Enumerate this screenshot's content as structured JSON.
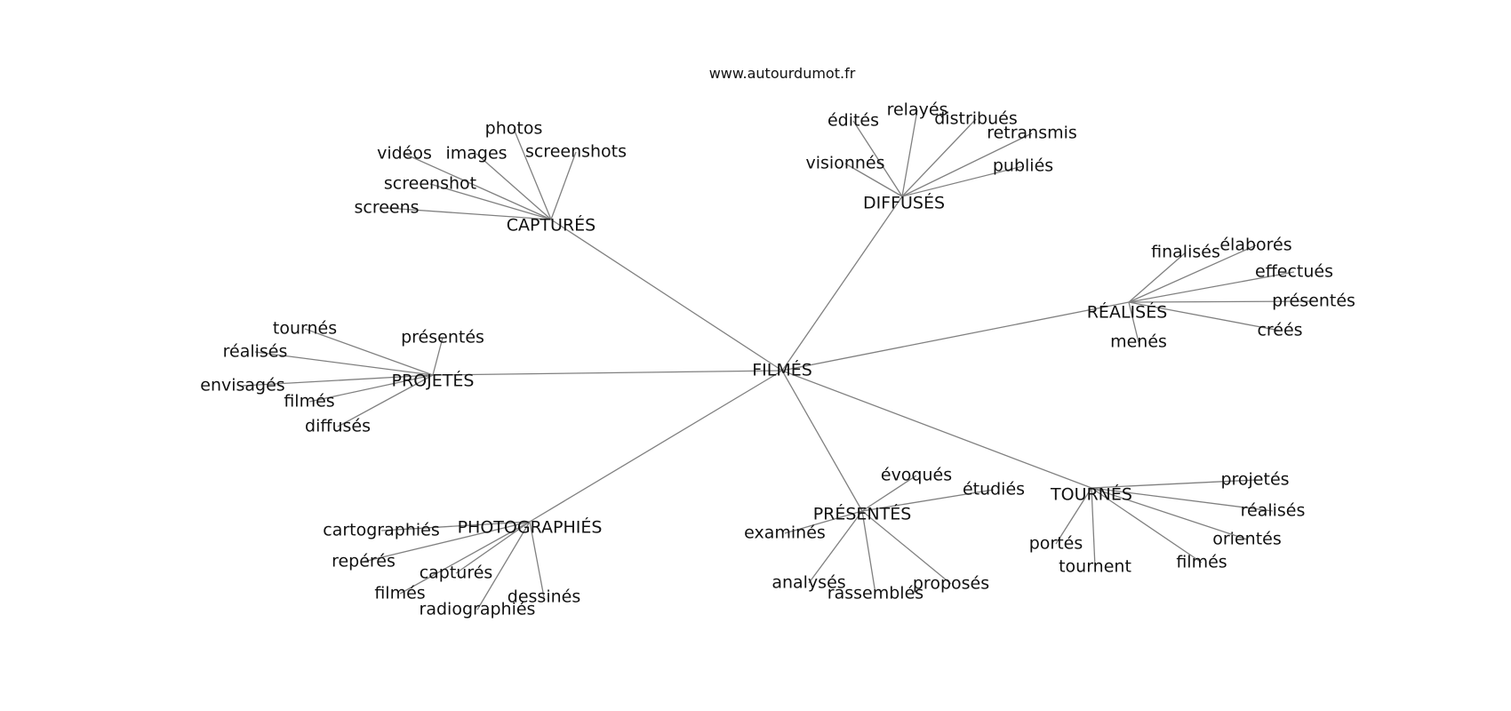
{
  "site": "www.autourdumot.fr",
  "center": "FILMÉS",
  "groups": [
    {
      "id": "captures",
      "label": "CAPTURÉS",
      "leaves": [
        "photos",
        "images",
        "vidéos",
        "screenshots",
        "screenshot",
        "screens"
      ]
    },
    {
      "id": "diffuses",
      "label": "DIFFUSÉS",
      "leaves": [
        "édités",
        "relayés",
        "distribués",
        "retransmis",
        "visionnés",
        "publiés"
      ]
    },
    {
      "id": "realises",
      "label": "RÉALISÉS",
      "leaves": [
        "finalisés",
        "élaborés",
        "effectués",
        "présentés",
        "créés",
        "menés"
      ]
    },
    {
      "id": "projetes",
      "label": "PROJETÉS",
      "leaves": [
        "tournés",
        "réalisés",
        "présentés",
        "envisagés",
        "filmés",
        "diffusés"
      ]
    },
    {
      "id": "tournes",
      "label": "TOURNÉS",
      "leaves": [
        "projetés",
        "réalisés",
        "orientés",
        "filmés",
        "tournent",
        "portés"
      ]
    },
    {
      "id": "presentes",
      "label": "PRÉSENTÉS",
      "leaves": [
        "évoqués",
        "étudiés",
        "examinés",
        "analysés",
        "rassemblés",
        "proposés"
      ]
    },
    {
      "id": "photographies",
      "label": "PHOTOGRAPHIÉS",
      "leaves": [
        "cartographiés",
        "repérés",
        "capturés",
        "filmés",
        "radiographiés",
        "dessinés"
      ]
    }
  ]
}
